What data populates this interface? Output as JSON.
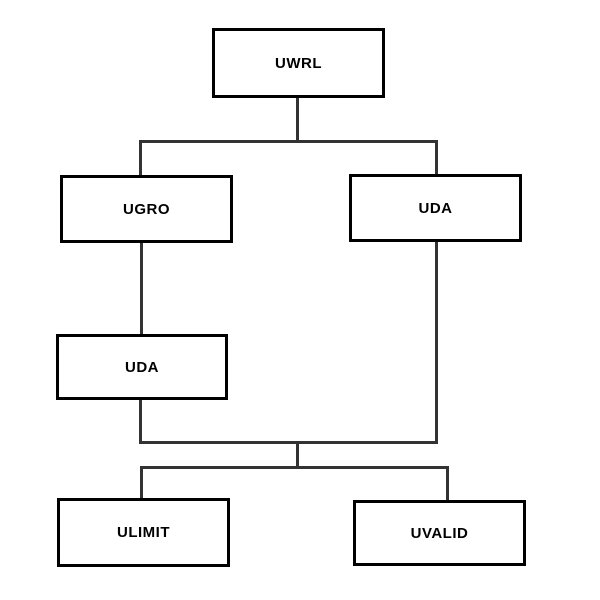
{
  "diagram": {
    "type": "hierarchy-flowchart",
    "colors": {
      "background": "#ffffff",
      "box_border": "#000000",
      "connector_line": "#333333",
      "text": "#000000"
    },
    "nodes": [
      {
        "id": "uwrl",
        "label": "UWRL",
        "level": 1
      },
      {
        "id": "ugro",
        "label": "UGRO",
        "level": 2
      },
      {
        "id": "uda-right",
        "label": "UDA",
        "level": 2
      },
      {
        "id": "uda-left",
        "label": "UDA",
        "level": 3
      },
      {
        "id": "ulimit",
        "label": "ULIMIT",
        "level": 4
      },
      {
        "id": "uvalid",
        "label": "UVALID",
        "level": 4
      }
    ],
    "edges": [
      {
        "from": "UWRL",
        "to": "UGRO"
      },
      {
        "from": "UWRL",
        "to": "UDA (right)"
      },
      {
        "from": "UGRO",
        "to": "UDA (left)"
      },
      {
        "from": "UDA (left) + UDA (right)",
        "to": "ULIMIT"
      },
      {
        "from": "UDA (left) + UDA (right)",
        "to": "UVALID"
      }
    ]
  }
}
